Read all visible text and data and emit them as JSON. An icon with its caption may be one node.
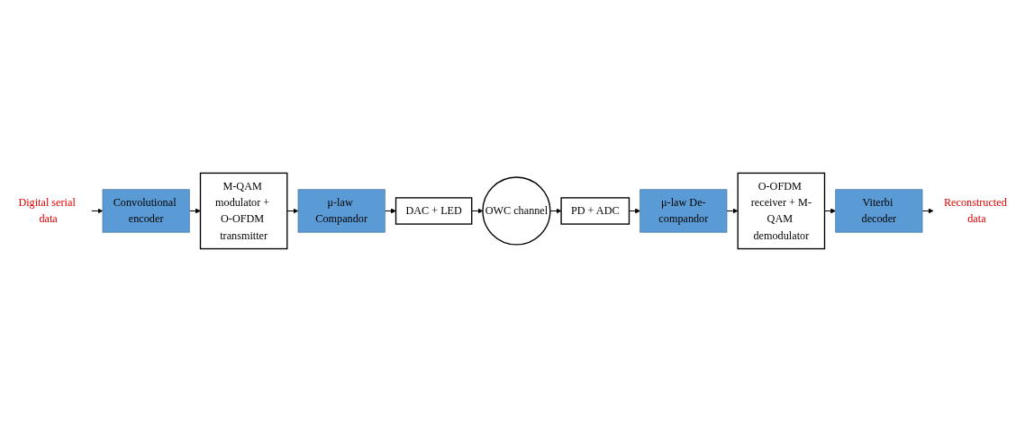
{
  "diagram": {
    "nodes": [
      {
        "text": [
          "Digital serial data"
        ]
      },
      {
        "text": [
          "Convolutional encoder"
        ]
      },
      {
        "text": [
          "M-QAM modulator + O-OFDM transmitter"
        ]
      },
      {
        "text": [
          "μ-law Compandor"
        ]
      },
      {
        "text": [
          "DAC + LED"
        ]
      },
      {
        "text": [
          "OWC channel"
        ]
      },
      {
        "text": [
          "PD + ADC"
        ]
      },
      {
        "text": [
          "μ-law De-compandor"
        ]
      },
      {
        "text": [
          "O-OFDM receiver + M-QAM demodulator"
        ]
      },
      {
        "text": [
          "Viterbi decoder"
        ]
      },
      {
        "text": [
          "Reconstructed data"
        ]
      }
    ],
    "edges": [
      {
        "from": 0,
        "to": 1,
        "arrow": "to"
      },
      {
        "from": 1,
        "to": 2,
        "arrow": "to"
      },
      {
        "from": 2,
        "to": 3,
        "arrow": "to"
      },
      {
        "from": 3,
        "to": 4,
        "arrow": "to"
      },
      {
        "from": 4,
        "to": 5,
        "arrow": "to"
      },
      {
        "from": 5,
        "to": 6,
        "arrow": "to"
      },
      {
        "from": 6,
        "to": 7,
        "arrow": "to"
      },
      {
        "from": 7,
        "to": 8,
        "arrow": "to"
      },
      {
        "from": 8,
        "to": 9,
        "arrow": "to"
      },
      {
        "from": 9,
        "to": 10,
        "arrow": "to"
      }
    ]
  }
}
